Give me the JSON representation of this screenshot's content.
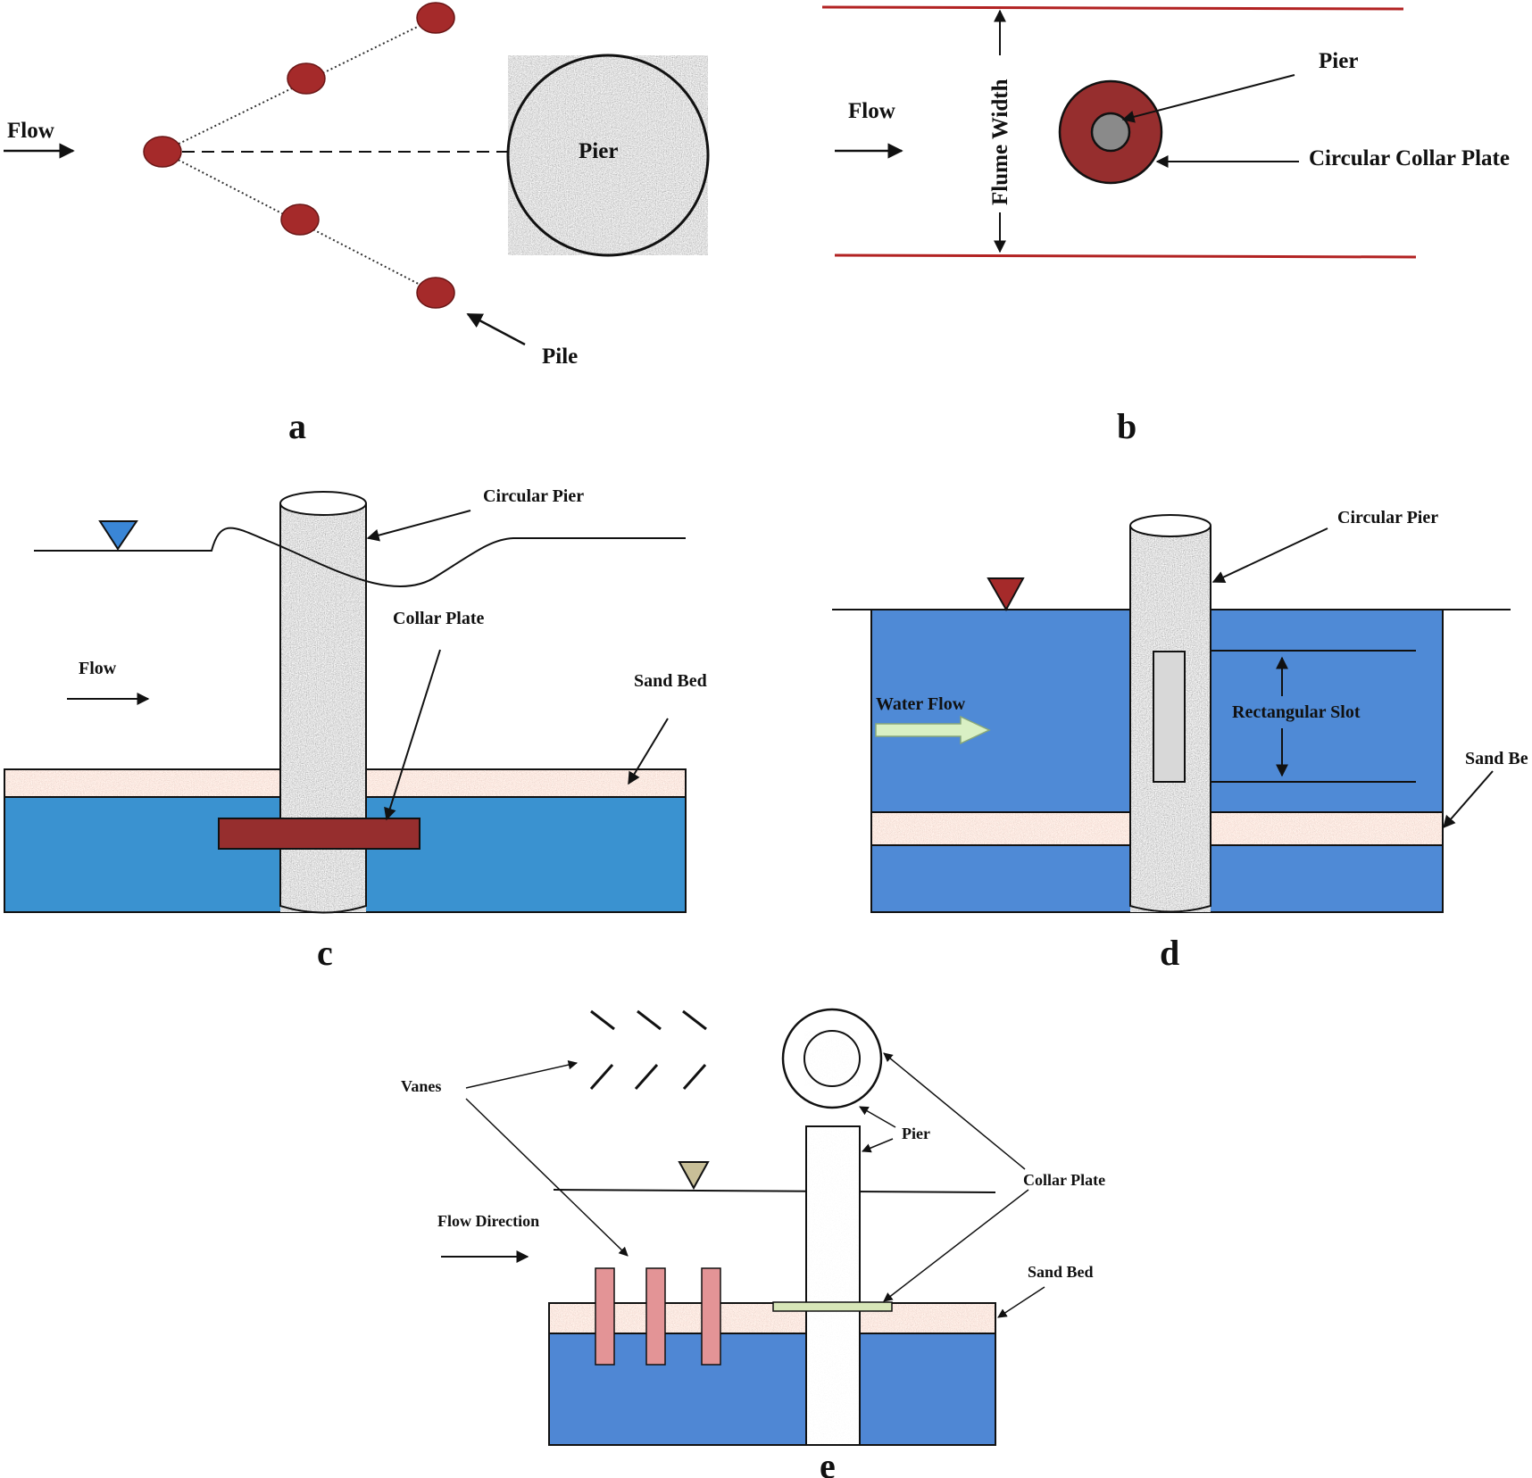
{
  "colors": {
    "pile_red": "#a52a2a",
    "collar_red": "#962e2e",
    "flume_line": "#b22222",
    "water_c": "#3a92d0",
    "water_d": "#4f8ad6",
    "water_e": "#4f87d4",
    "sand": "#a89080",
    "slot": "#d8d8d8",
    "vane": "#e39496",
    "collar_e": "#d7e6b8",
    "triangle_c": "#3a86d6",
    "triangle_d": "#a52a2a",
    "triangle_e": "#c8bf98",
    "arrow_d": "#d9f0c4"
  },
  "panel_a": {
    "letter": "a",
    "flow_label": "Flow",
    "pier_label": "Pier",
    "pile_label": "Pile"
  },
  "panel_b": {
    "letter": "b",
    "flow_label": "Flow",
    "flume_label": "Flume Width",
    "pier_label": "Pier",
    "collar_label": "Circular Collar Plate"
  },
  "panel_c": {
    "letter": "c",
    "pier_label": "Circular Pier",
    "collar_label": "Collar Plate",
    "flow_label": "Flow",
    "sandbed_label": "Sand Bed"
  },
  "panel_d": {
    "letter": "d",
    "pier_label": "Circular Pier",
    "flow_label": "Water Flow",
    "slot_label": "Rectangular Slot",
    "sandbed_label": "Sand Be"
  },
  "panel_e": {
    "letter": "e",
    "vanes_label": "Vanes",
    "pier_label": "Pier",
    "collar_label": "Collar Plate",
    "flow_label": "Flow Direction",
    "sandbed_label": "Sand Bed"
  }
}
